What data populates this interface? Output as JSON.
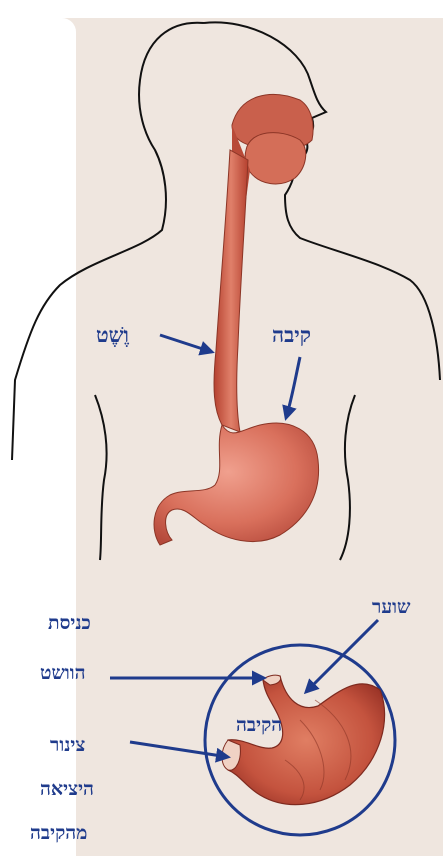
{
  "labels": {
    "esophagus": "וֶשֶׁט",
    "stomach": "קיבה",
    "pylorus": "שוער",
    "entry_line1": "כניסת",
    "entry_line2": "הוושט",
    "stomach_inner": "הקיבה",
    "exit_line1": "צינור",
    "exit_line2": "היציאה",
    "exit_line3": "מהקיבה"
  },
  "colors": {
    "arrow": "#1f3b8c",
    "outline": "#111111",
    "organ": "#d9705c"
  }
}
